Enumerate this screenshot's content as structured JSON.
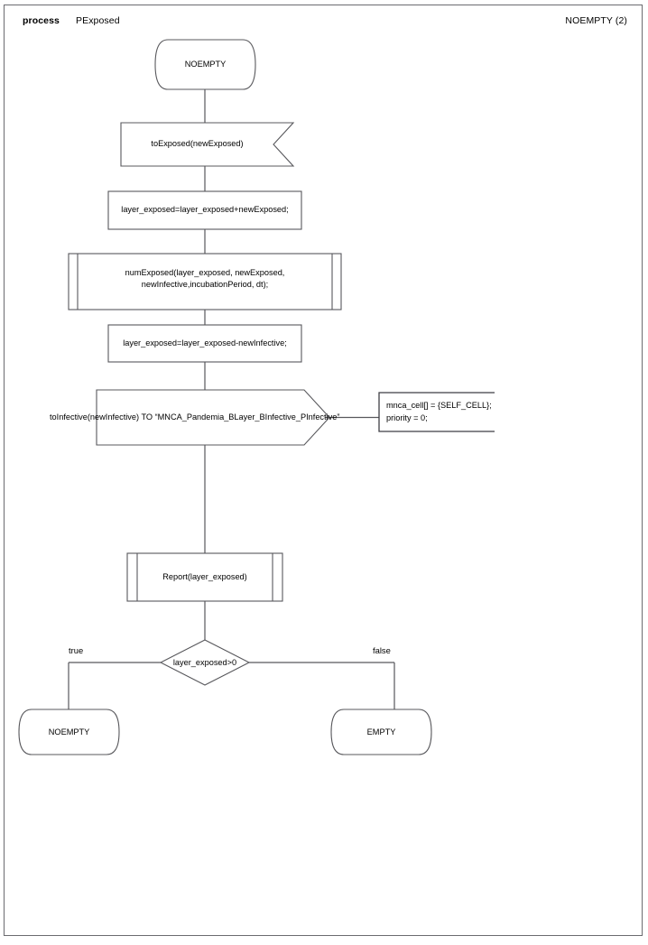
{
  "header": {
    "kind": "process",
    "name": "PExposed",
    "right": "NOEMPTY (2)"
  },
  "diagram": {
    "type": "sdl-process-flowchart",
    "start_state": {
      "label": "NOEMPTY",
      "shape": "state"
    },
    "input": {
      "label": "toExposed(newExposed)",
      "shape": "input"
    },
    "task1": {
      "label": "layer_exposed=layer_exposed+newExposed;",
      "shape": "task"
    },
    "procedure1": {
      "line1": "numExposed(layer_exposed, newExposed,",
      "line2": "newInfective,incubationPeriod, dt);",
      "shape": "procedure-call"
    },
    "task2": {
      "label": "layer_exposed=layer_exposed-newInfective;",
      "shape": "task"
    },
    "output": {
      "label": "toInfective(newInfective) TO “MNCA_Pandemia_BLayer_BInfective_PInfective”",
      "shape": "output"
    },
    "comment": {
      "line1": "mnca_cell[] = {SELF_CELL};",
      "line2": "priority = 0;",
      "shape": "comment"
    },
    "procedure2": {
      "label": "Report(layer_exposed)",
      "shape": "procedure-call"
    },
    "decision": {
      "label": "layer_exposed>0",
      "shape": "decision"
    },
    "branch_true": {
      "label": "true"
    },
    "branch_false": {
      "label": "false"
    },
    "end_state_true": {
      "label": "NOEMPTY",
      "shape": "state"
    },
    "end_state_false": {
      "label": "EMPTY",
      "shape": "state"
    }
  },
  "colors": {
    "stroke": "#58585c",
    "frame": "#6b6b70",
    "background": "#ffffff",
    "text": "#000000"
  }
}
